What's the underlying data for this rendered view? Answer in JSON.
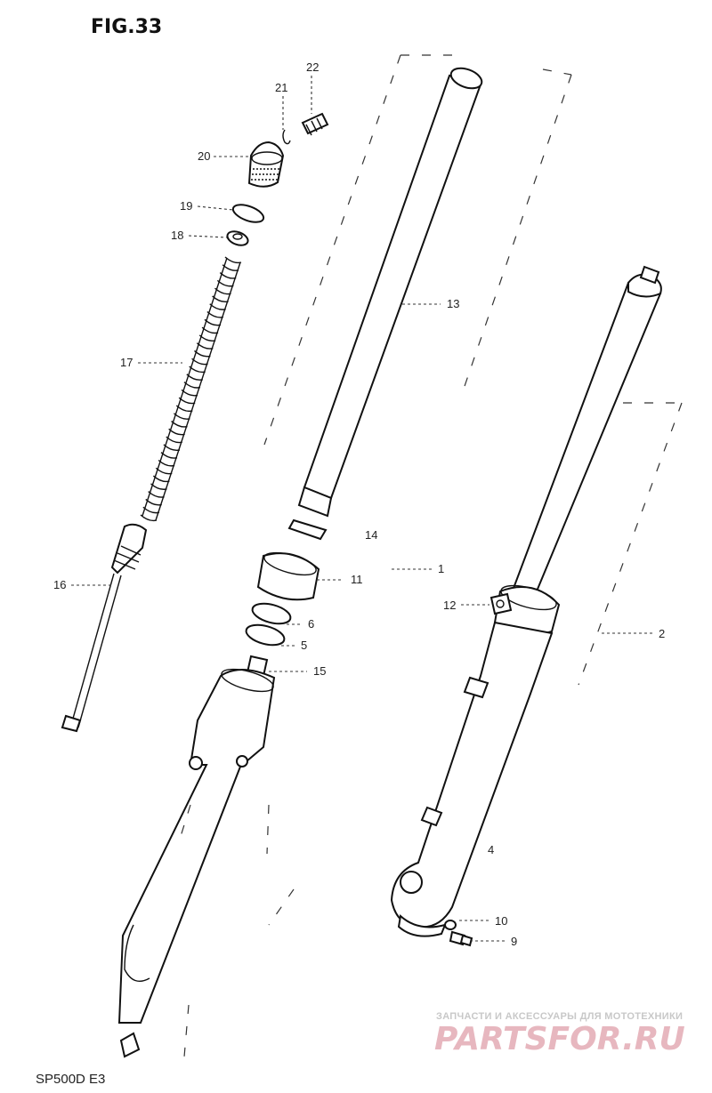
{
  "figure": {
    "title": "FIG.33"
  },
  "callouts": {
    "c22": "22",
    "c21": "21",
    "c20": "20",
    "c19": "19",
    "c18": "18",
    "c17": "17",
    "c16": "16",
    "c13": "13",
    "c14": "14",
    "c11": "11",
    "c1": "1",
    "c6": "6",
    "c5": "5",
    "c15": "15",
    "c12": "12",
    "c2": "2",
    "c4": "4",
    "c10": "10",
    "c9": "9"
  },
  "footer": {
    "model_code": "SP500D E3"
  },
  "watermark": {
    "tagline": "ЗАПЧАСТИ И АКСЕССУАРЫ ДЛЯ МОТОТЕХНИКИ",
    "brand": "PARTSFOR.RU"
  }
}
